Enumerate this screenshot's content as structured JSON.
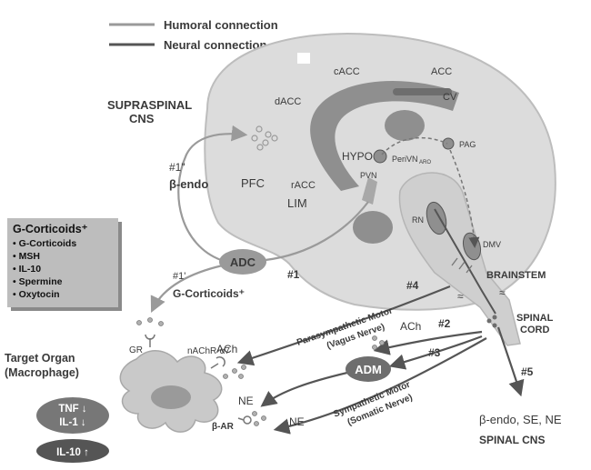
{
  "legend": {
    "humoral": "Humoral connection",
    "neural": "Neural connection"
  },
  "colors": {
    "humoral": "#9a9a9a",
    "neural": "#555555",
    "brain": "#d9d9d9",
    "region": "#8f8f8f",
    "cell": "#c9c9c9",
    "oval": "#6e6e6e"
  },
  "brain_labels": {
    "cacc": "cACC",
    "acc": "ACC",
    "cv": "CV",
    "dacc": "dACC",
    "pfc": "PFC",
    "racc": "rACC",
    "lim": "LIM",
    "hypo": "HYPO",
    "perivn": "PeriVN",
    "aro": "ARO",
    "pvn": "PVN",
    "pag": "PAG",
    "rn": "RN",
    "dmv": "DMV"
  },
  "regions": {
    "supraspinal": "SUPRASPINAL\nCNS",
    "brainstem": "BRAINSTEM",
    "spinal_cord": "SPINAL\nCORD",
    "spinal_cns": "SPINAL CNS"
  },
  "pathways": {
    "p1": "#1",
    "p1_prime": "#1'",
    "p1_dprime": "#1\"",
    "beta_endo": "β-endo",
    "g_corticoids": "G-Corticoids⁺",
    "p2": "#2",
    "p3": "#3",
    "p4": "#4",
    "p5": "#5",
    "adc": "ADC",
    "adm": "ADM",
    "ach_1": "ACh",
    "ach_2": "ACh",
    "ne_1": "NE",
    "ne_2": "NE",
    "spinal_output": "β-endo, SE, NE",
    "parasympathetic": "Parasympathetic Motor",
    "vagus": "(Vagus Nerve)",
    "sympathetic": "Sympathetic Motor",
    "somatic": "(Somatic Nerve)"
  },
  "gbox": {
    "title": "G-Corticoids⁺",
    "items": [
      "G-Corticoids",
      "MSH",
      "IL-10",
      "Spermine",
      "Oxytocin"
    ]
  },
  "target": {
    "title": "Target Organ\n(Macrophage)",
    "gr": "GR",
    "nachr": "nAChR-α7",
    "beta_ar": "β-AR",
    "tnf": "TNF ↓",
    "il1": "IL-1 ↓",
    "il10": "IL-10 ↑"
  }
}
